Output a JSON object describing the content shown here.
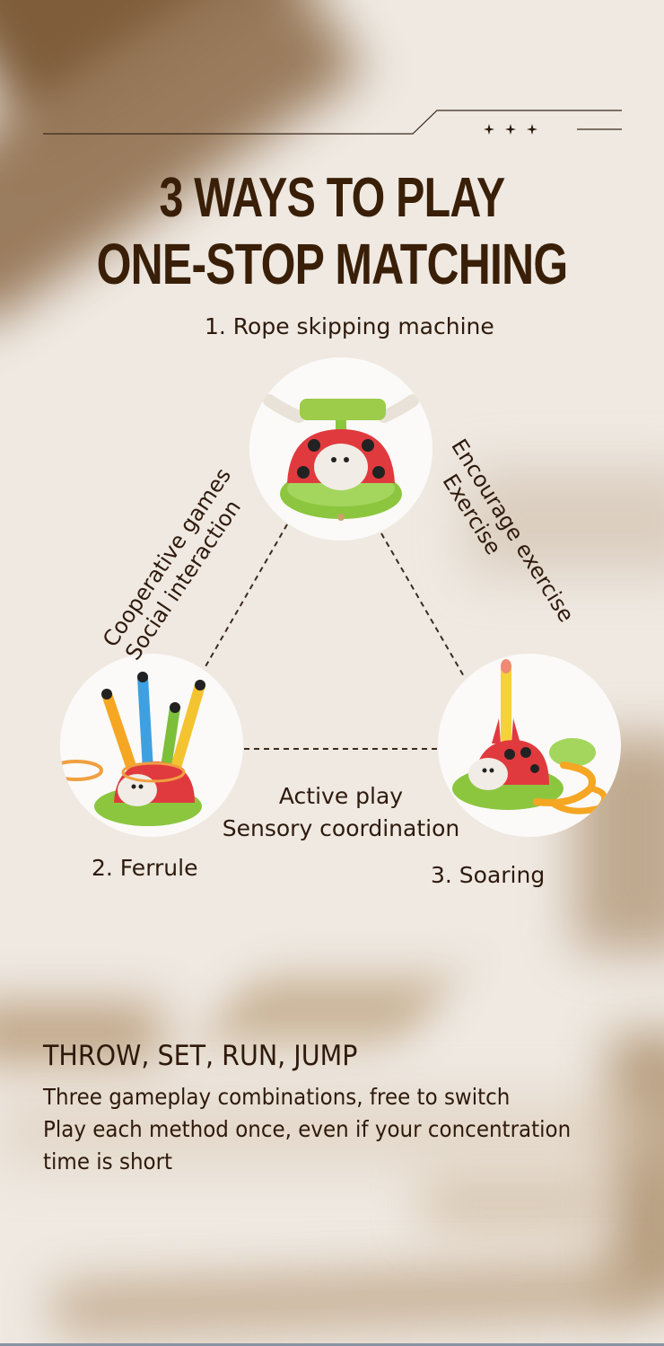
{
  "header": {
    "title_line1": "3 WAYS TO PLAY",
    "title_line2": "ONE-STOP MATCHING",
    "decoration": {
      "stars": [
        "star-icon",
        "star-icon",
        "star-icon"
      ]
    }
  },
  "diagram": {
    "modes": [
      {
        "label": "1. Rope skipping machine",
        "image": "ladybug-rope-skipping-toy"
      },
      {
        "label": "2. Ferrule",
        "image": "ladybug-ring-toss-toy"
      },
      {
        "label": "3. Soaring",
        "image": "ladybug-rocket-launcher-toy"
      }
    ],
    "edges": {
      "left": {
        "line1": "Cooperative games",
        "line2": "Social interaction"
      },
      "right": {
        "line1": "Encourage exercise",
        "line2": "Exercise"
      },
      "bottom": {
        "line1": "Active play",
        "line2": "Sensory coordination"
      }
    }
  },
  "footer": {
    "heading": "THROW, SET, RUN, JUMP",
    "lines": [
      "Three gameplay combinations, free to switch",
      "Play each method once, even if your concentration",
      "time is short"
    ]
  },
  "colors": {
    "text": "#2e1a0c",
    "title": "#3a1f08",
    "background": "#efe9e2",
    "shadow": "#7f5d3b",
    "ladybug_red": "#e03a3e",
    "leaf_green": "#8cc63f"
  }
}
